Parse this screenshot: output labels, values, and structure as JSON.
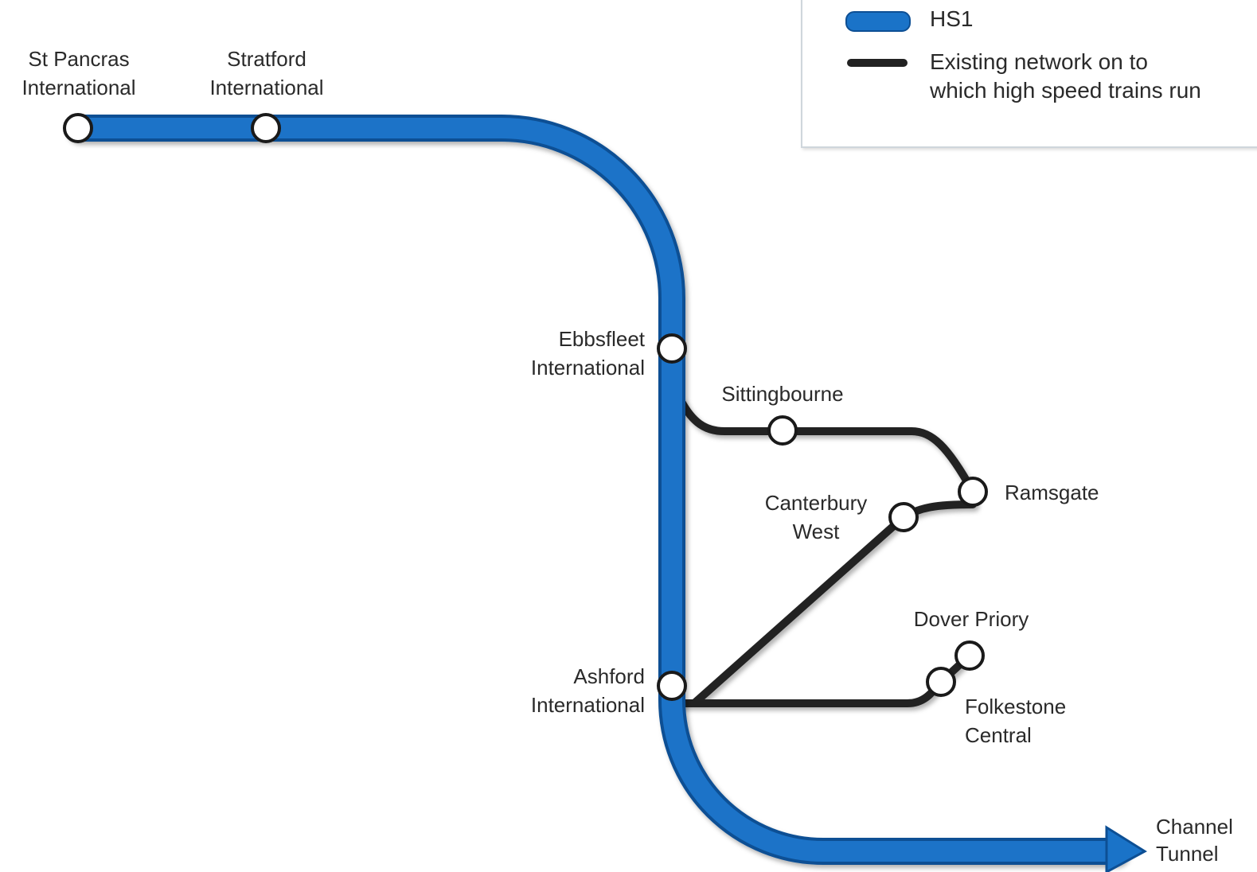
{
  "legend": {
    "hs1_label": "HS1",
    "network_line1": "Existing network on to",
    "network_line2": "which high speed trains run"
  },
  "colors": {
    "hs1": "#1a73c8",
    "hs1_outline": "#0d4f94",
    "network": "#222222"
  },
  "stations": {
    "st_pancras": [
      "St Pancras",
      "International"
    ],
    "stratford": [
      "Stratford",
      "International"
    ],
    "ebbsfleet": [
      "Ebbsfleet",
      "International"
    ],
    "sittingbourne": [
      "Sittingbourne"
    ],
    "ramsgate": [
      "Ramsgate"
    ],
    "canterbury_west": [
      "Canterbury",
      "West"
    ],
    "dover_priory": [
      "Dover Priory"
    ],
    "ashford": [
      "Ashford",
      "International"
    ],
    "folkestone": [
      "Folkestone",
      "Central"
    ],
    "channel_tunnel": [
      "Channel",
      "Tunnel"
    ]
  }
}
